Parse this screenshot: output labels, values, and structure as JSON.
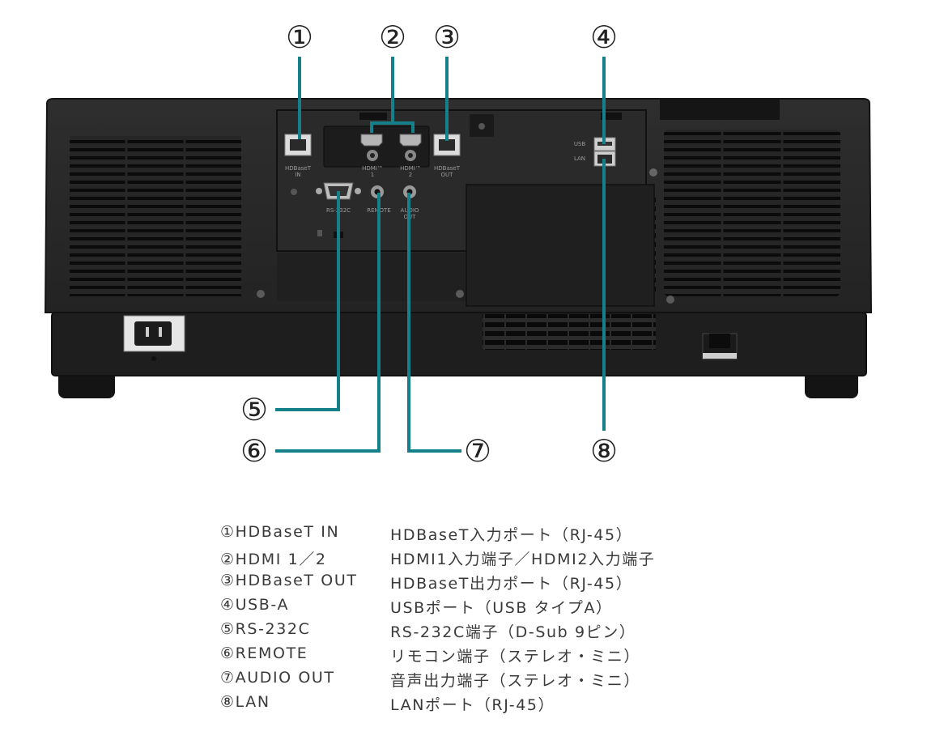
{
  "accent": "#13808a",
  "callouts": [
    "①",
    "②",
    "③",
    "④",
    "⑤",
    "⑥",
    "⑦",
    "⑧"
  ],
  "panel_labels": {
    "hdbaset_in": [
      "HDBaseT",
      "IN"
    ],
    "hdmi1": [
      "HDMI™",
      "1"
    ],
    "hdmi2": [
      "HDMI™",
      "2"
    ],
    "hdbaset_out": [
      "HDBaseT",
      "OUT"
    ],
    "rs232c": "RS-232C",
    "remote": "REMOTE",
    "audio_out": [
      "AUDIO",
      "OUT"
    ],
    "usb": "USB",
    "lan": "LAN"
  },
  "legend": [
    {
      "label": "①HDBaseT IN",
      "desc": "HDBaseT入力ポート（RJ-45）"
    },
    {
      "label": "②HDMI 1／2",
      "desc": "HDMI1入力端子／HDMI2入力端子"
    },
    {
      "label": "③HDBaseT OUT",
      "desc": "HDBaseT出力ポート（RJ-45）"
    },
    {
      "label": "④USB-A",
      "desc": "USBポート（USB タイプA）"
    },
    {
      "label": "⑤RS-232C",
      "desc": "RS-232C端子（D-Sub 9ピン）"
    },
    {
      "label": "⑥REMOTE",
      "desc": "リモコン端子（ステレオ・ミニ）"
    },
    {
      "label": "⑦AUDIO OUT",
      "desc": "音声出力端子（ステレオ・ミニ）"
    },
    {
      "label": "⑧LAN",
      "desc": "LANポート（RJ-45）"
    }
  ]
}
